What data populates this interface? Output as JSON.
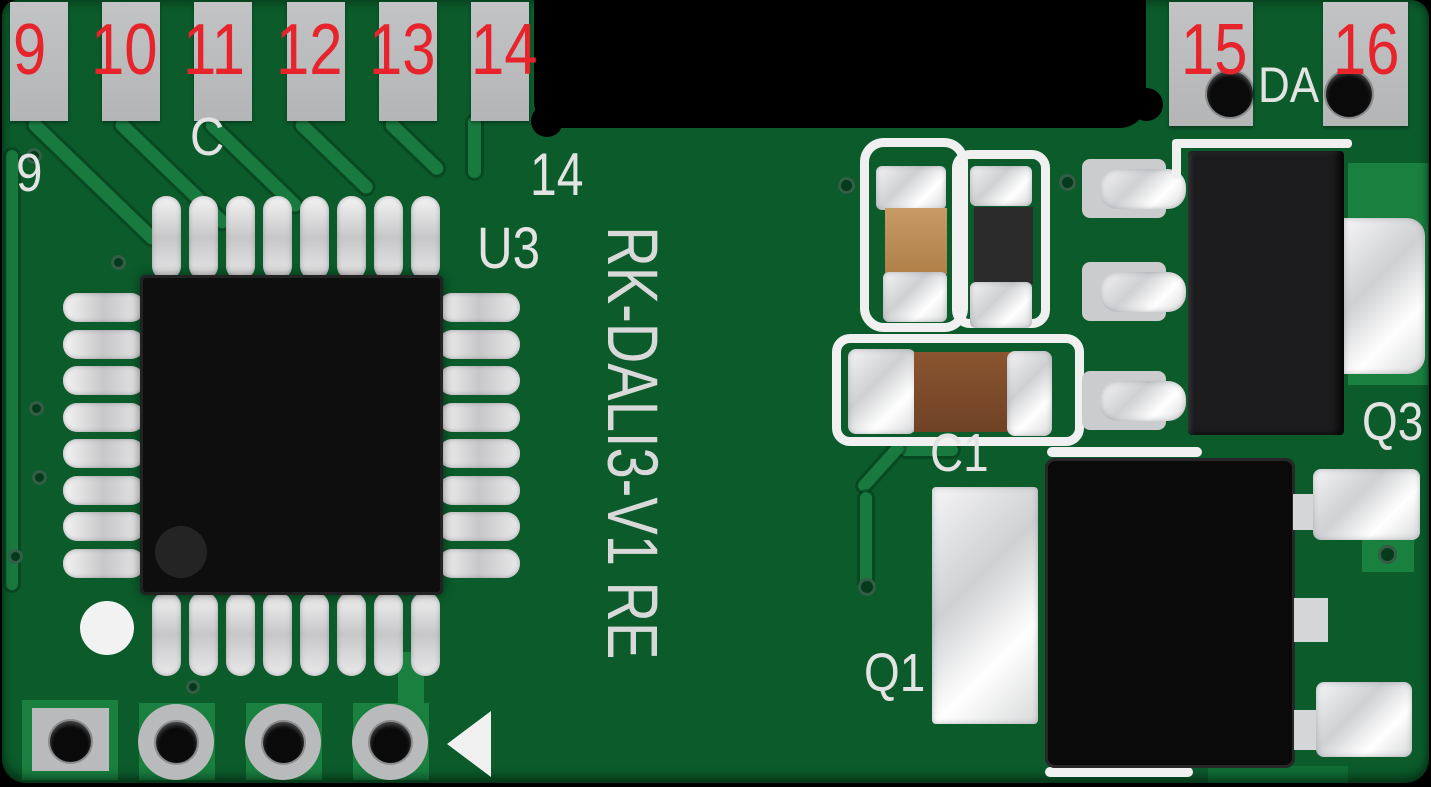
{
  "board": {
    "silkscreen_name": "RK-DALI3-V1 RE",
    "colors": {
      "background": "#000000",
      "solder_mask_green": "#0b5b2b",
      "copper_trace_light_green": "#197a40",
      "silkscreen_white": "#e3e3e3",
      "pad_gray": "#b9babb",
      "pin_number_red": "#e7232b",
      "capacitor_tan": "#bf8c55",
      "capacitor_brown": "#7c4a2c",
      "chip_black": "#0e0e0f"
    }
  },
  "pin_labels": {
    "left_group": [
      "9",
      "10",
      "11",
      "12",
      "13",
      "14"
    ],
    "right_group": [
      "15",
      "16"
    ]
  },
  "silkscreen_labels": {
    "trace_c": "C",
    "pin9": "9",
    "pin14": "14",
    "ic": "U3",
    "da_bus": "DA",
    "cap1": "C1",
    "transistor1": "Q1",
    "transistor3": "Q3"
  }
}
